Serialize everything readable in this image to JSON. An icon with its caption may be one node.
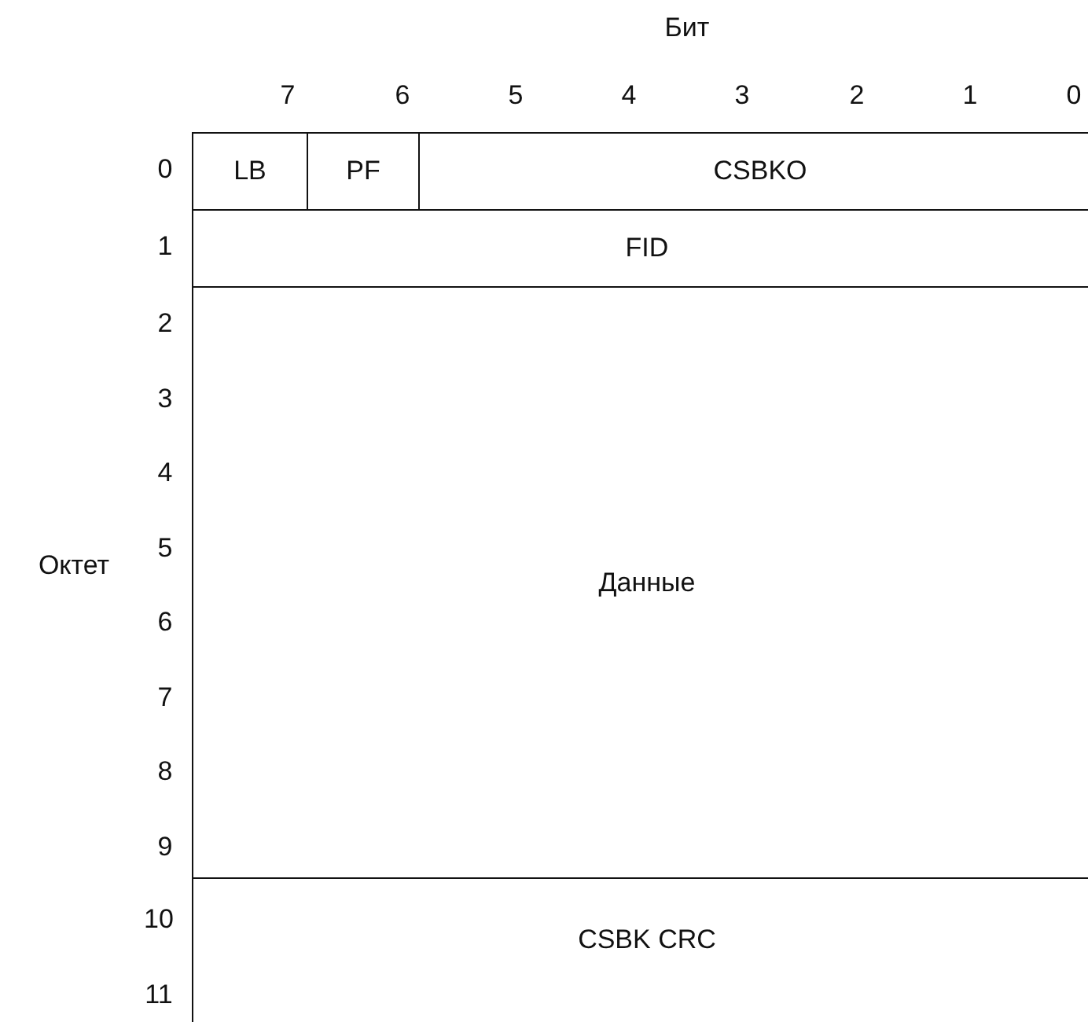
{
  "diagram": {
    "nodes": [
      {
        "text": [
          "LB"
        ]
      },
      {
        "text": [
          "PF"
        ]
      },
      {
        "text": [
          "CSBKO"
        ]
      },
      {
        "text": [
          "FID"
        ]
      },
      {
        "text": [
          "Данные"
        ]
      },
      {
        "text": [
          "CSBK CRC"
        ]
      }
    ],
    "labels": [
      "Бит",
      "7",
      "6",
      "5",
      "4",
      "3",
      "2",
      "1",
      "0",
      "0",
      "1",
      "2",
      "3",
      "4",
      "Октет",
      "5",
      "6",
      "7",
      "8",
      "9",
      "10",
      "11"
    ]
  }
}
